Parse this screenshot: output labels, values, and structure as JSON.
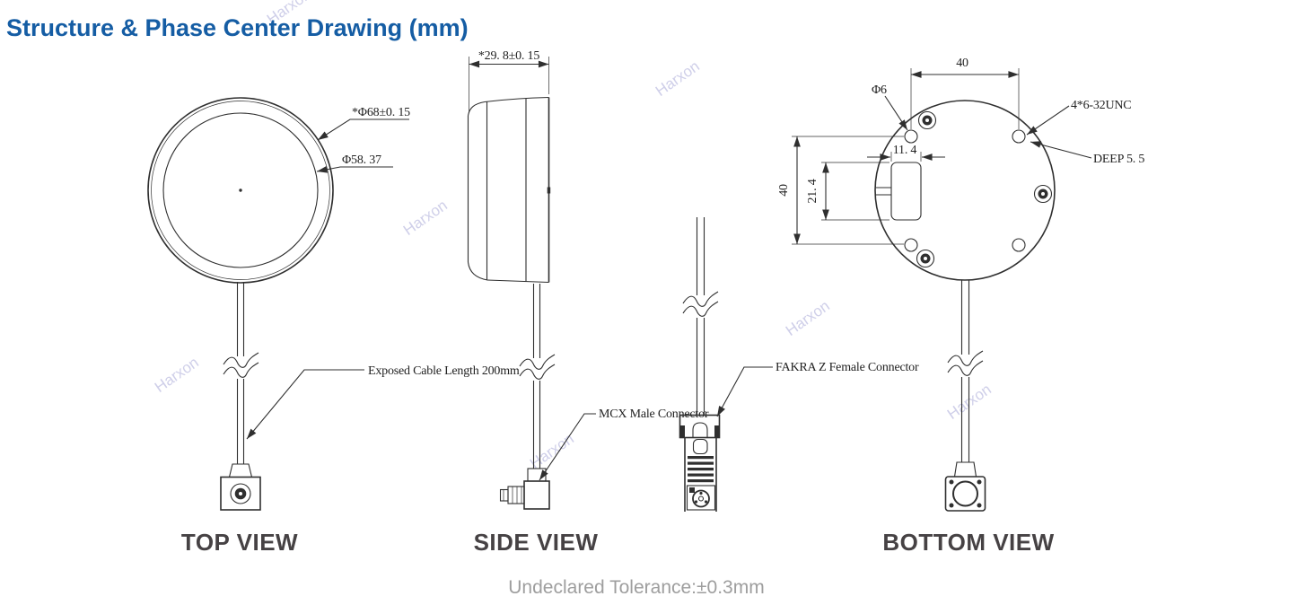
{
  "title": "Structure & Phase Center Drawing (mm)",
  "watermark": {
    "text": "Harxon"
  },
  "colors": {
    "title_blue": "#155da4",
    "line_dark": "#2f2f2f",
    "view_label_gray": "#464244",
    "tolerance_gray": "#9e9e9e",
    "watermark_lavender": "#cfcfe9"
  },
  "top_view": {
    "label": "TOP VIEW",
    "dim_outer_diameter": "*Φ68±0. 15",
    "dim_inner_diameter": "Φ58. 37",
    "cable_note": "Exposed Cable Length 200mm"
  },
  "side_view": {
    "label": "SIDE VIEW",
    "dim_width": "*29. 8±0. 15",
    "connector_note": "MCX Male Connector"
  },
  "fakra": {
    "connector_note": "FAKRA Z Female Connector"
  },
  "bottom_view": {
    "label": "BOTTOM VIEW",
    "dim_hole_spacing_top": "40",
    "dim_hole_spacing_left": "40",
    "dim_hole_diameter": "Φ6",
    "dim_thread": "4*6-32UNC",
    "dim_thread_depth": "DEEP  5. 5",
    "dim_recess_width": "11. 4",
    "dim_recess_height": "21. 4"
  },
  "footer": {
    "tolerance_note": "Undeclared Tolerance:±0.3mm"
  }
}
